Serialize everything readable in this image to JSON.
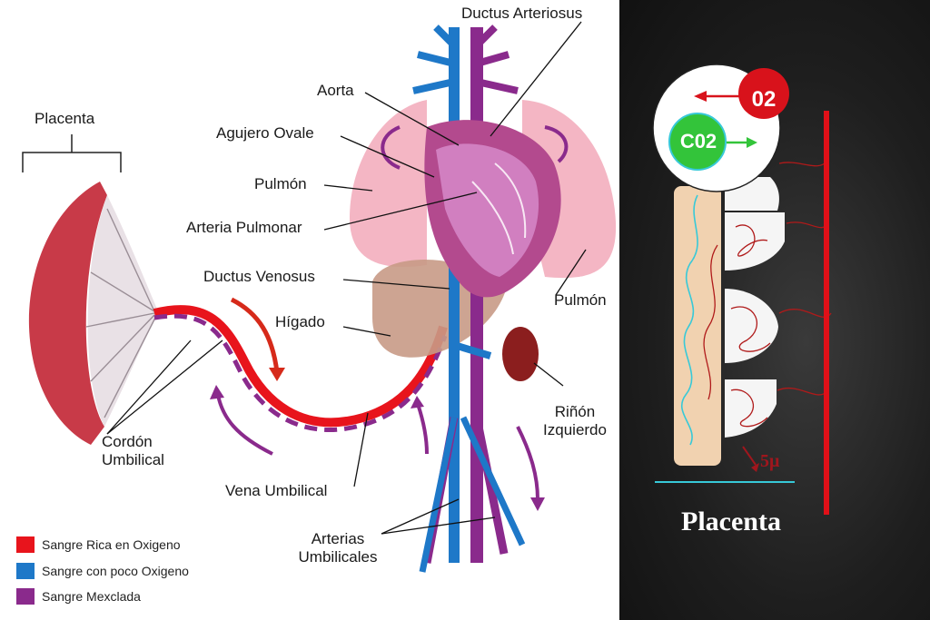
{
  "labels": {
    "placenta_left": "Placenta",
    "ductus_arteriosus": "Ductus Arteriosus",
    "aorta": "Aorta",
    "agujero_ovale": "Agujero Ovale",
    "pulmon_left": "Pulmón",
    "arteria_pulmonar": "Arteria Pulmonar",
    "ductus_venosus": "Ductus Venosus",
    "higado": "Hígado",
    "pulmon_right": "Pulmón",
    "rinon_line1": "Riñón",
    "rinon_line2": "Izquierdo",
    "cordon_line1": "Cordón",
    "cordon_line2": "Umbilical",
    "vena_umbilical": "Vena Umbilical",
    "arterias_line1": "Arterias",
    "arterias_line2": "Umbilicales"
  },
  "legend": [
    {
      "label": "Sangre Rica en Oxigeno",
      "color": "#e8141c"
    },
    {
      "label": "Sangre con poco Oxigeno",
      "color": "#1e78c8"
    },
    {
      "label": "Sangre Mexclada",
      "color": "#8a2a8c"
    }
  ],
  "right_panel": {
    "o2": "02",
    "co2": "C02",
    "scale": "5μ",
    "title": "Placenta"
  },
  "colors": {
    "oxygen_rich": "#e8141c",
    "low_oxygen": "#1e78c8",
    "mixed": "#8a2a8c",
    "lung": "#f4b6c4",
    "liver": "#c89a86",
    "villus_stem": "#f1d2b0",
    "co2_circle": "#33c43a",
    "o2_circle": "#d8121b"
  }
}
